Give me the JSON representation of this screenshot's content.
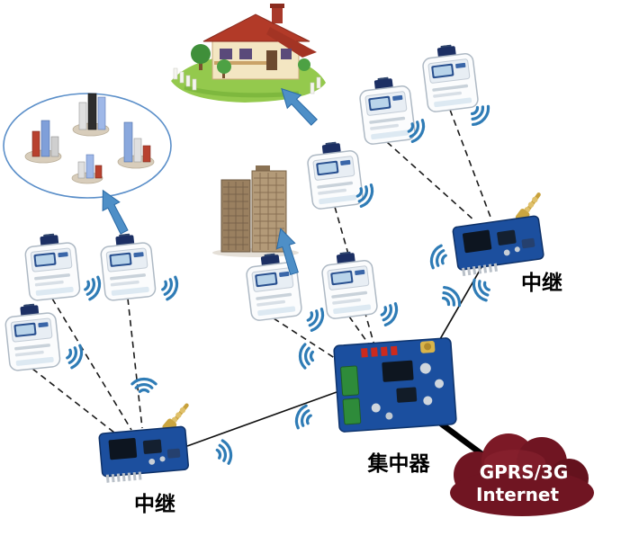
{
  "diagram": {
    "description": "Wireless gas-meter reading network topology",
    "labels": {
      "repeater_right": "中继",
      "repeater_left": "中继",
      "concentrator": "集中器",
      "cloud_line1": "GPRS/3G",
      "cloud_line2": "Internet"
    },
    "nodes": {
      "gas_meter_count": 8,
      "repeater_count": 2,
      "concentrator_count": 1,
      "destinations": [
        "house",
        "city-buildings",
        "apartment-tower"
      ]
    },
    "colors": {
      "signal_arc": "#2f7cb6",
      "arrow": "#4e8fc7",
      "cloud": "#701522",
      "pcb": "#1c4f9e",
      "meter_cap": "#1c2f63",
      "link": "#111111"
    }
  }
}
